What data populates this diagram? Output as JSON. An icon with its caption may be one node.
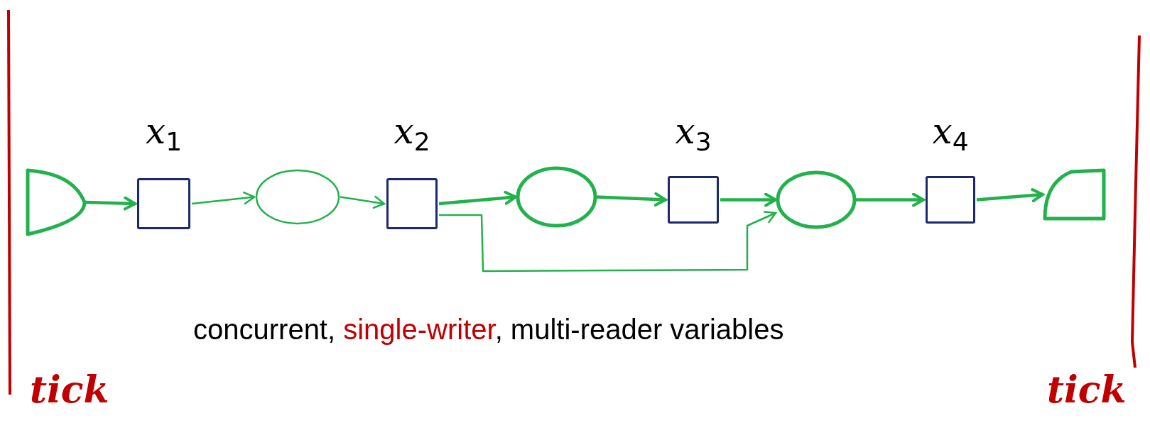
{
  "diagram": {
    "nodes": [
      {
        "text": [],
        "shape": "semicircle"
      },
      {
        "text": [
          "*x*$_{1}$"
        ]
      },
      {
        "text": [],
        "shape": "circle"
      },
      {
        "text": [
          "*x*$_{2}$"
        ]
      },
      {
        "text": [],
        "shape": "circle"
      },
      {
        "text": [
          "*x*$_{3}$"
        ]
      },
      {
        "text": [],
        "shape": "circle"
      },
      {
        "text": [
          "*x*$_{4}$"
        ]
      },
      {
        "text": [],
        "shape": "semicircle"
      }
    ],
    "edges": [
      {
        "from": 0,
        "to": 1,
        "arrow": "to"
      },
      {
        "from": 1,
        "to": 2,
        "arrow": "to"
      },
      {
        "from": 2,
        "to": 3,
        "arrow": "to"
      },
      {
        "from": 3,
        "to": 4,
        "arrow": "to"
      },
      {
        "from": 4,
        "to": 5,
        "arrow": "to"
      },
      {
        "from": 5,
        "to": 6,
        "arrow": "to"
      },
      {
        "from": 3,
        "to": 6,
        "arrow": "to"
      },
      {
        "from": 6,
        "to": 7,
        "arrow": "to"
      },
      {
        "from": 7,
        "to": 8,
        "arrow": "to"
      }
    ],
    "labels": [
      "concurrent, *single-writer*, multi-reader variables",
      "tick",
      "tick"
    ]
  }
}
